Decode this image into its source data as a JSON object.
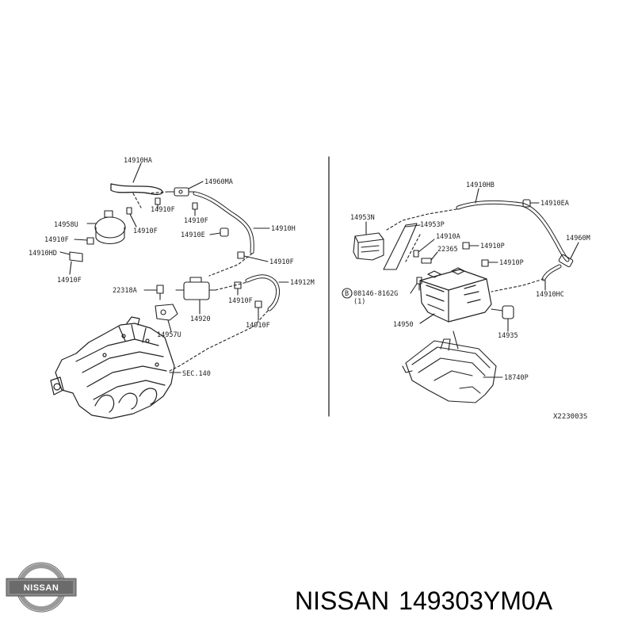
{
  "brand": "NISSAN",
  "part_number": "149303YM0A",
  "logo_text": "NISSAN",
  "diagram_code": "X223003S",
  "callouts": {
    "left": {
      "c14910HA": "14910HA",
      "c14960MA": "14960MA",
      "c14910F_a": "14910F",
      "c14910F_b": "14910F",
      "c14910F_c": "14910F",
      "c14958U": "14958U",
      "c14910H": "14910H",
      "c14910F_d": "14910F",
      "c14910E": "14910E",
      "c14910HD": "14910HD",
      "c14910F_e": "14910F",
      "c14910F_f": "14910F",
      "c22318A": "22318A",
      "c14912M": "14912M",
      "c14910F_g": "14910F",
      "c14920": "14920",
      "c14910F_h": "14910F",
      "c14957U": "14957U",
      "cSEC140": "SEC.140"
    },
    "right": {
      "c14910HB": "14910HB",
      "c14953N": "14953N",
      "c14910EA": "14910EA",
      "c14953P": "14953P",
      "c14910A": "14910A",
      "c14960M": "14960M",
      "c22365": "22365",
      "c14910P_a": "14910P",
      "c14910P_b": "14910P",
      "c08146": "08146-8162G",
      "c08146_qty": "(1)",
      "c08146_mark": "B",
      "c14910HC": "14910HC",
      "c14950": "14950",
      "c14935": "14935",
      "c18740P": "18740P"
    }
  }
}
